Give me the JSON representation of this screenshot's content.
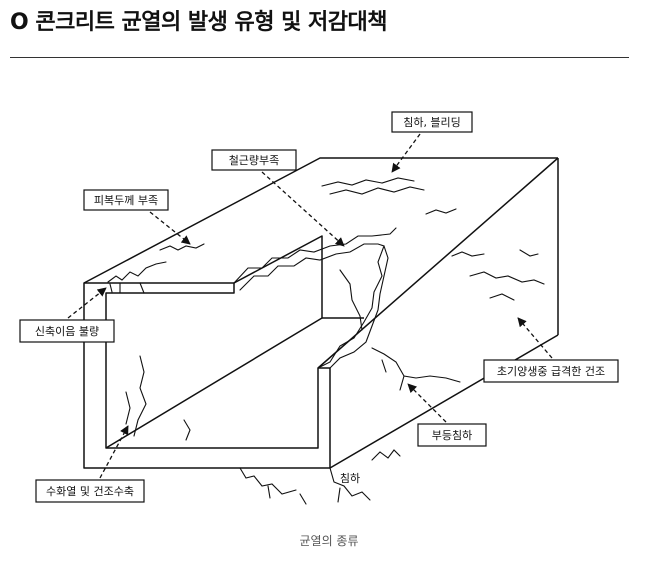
{
  "page": {
    "title": "O 콘크리트 균열의 발생 유형 및 저감대책",
    "caption": "균열의 종류"
  },
  "diagram": {
    "labels": {
      "settlement_bleeding": "침하, 블리딩",
      "lack_rebar": "철근량부족",
      "lack_cover": "피복두께 부족",
      "poor_joint": "신축이음 불량",
      "early_curing_drying": "초기양생중 급격한 건조",
      "differential_settlement": "부등침하",
      "hydration_drying_shrinkage": "수화열 및 건조수축",
      "settlement": "침하"
    },
    "icons": {
      "arrow": "dashed-arrow",
      "crack": "crack-line"
    },
    "colors": {
      "line": "#111111"
    }
  }
}
